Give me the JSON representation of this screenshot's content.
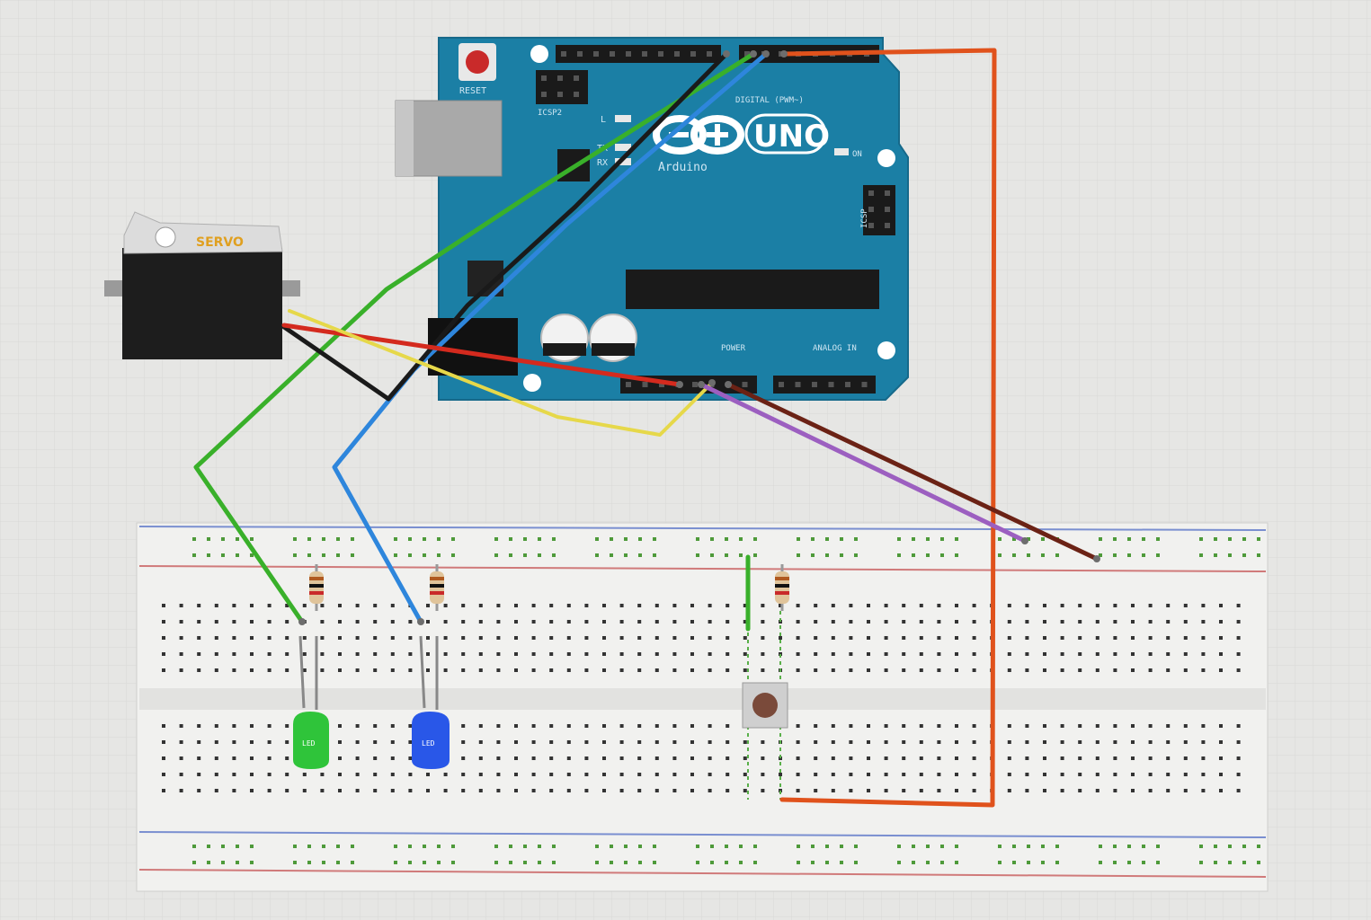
{
  "arduino": {
    "model_label": "UNO",
    "brand_label": "Arduino",
    "reset_label": "RESET",
    "icsp2_label": "ICSP2",
    "icsp_label": "ICSP",
    "tx_label": "TX",
    "rx_label": "RX",
    "l_label": "L",
    "on_label": "ON",
    "digital_label": "DIGITAL (PWM~)",
    "power_label": "POWER",
    "analog_label": "ANALOG IN",
    "board_color": "#1b7fa5"
  },
  "servo": {
    "label": "SERVO"
  },
  "leds": [
    {
      "label": "LED",
      "color": "#2fc43a"
    },
    {
      "label": "LED",
      "color": "#2957e8"
    }
  ],
  "breadboard": {
    "color": "#f1f1ef"
  },
  "wire_colors": {
    "green": "#39b02a",
    "blue": "#2e86dc",
    "black": "#1a1a1a",
    "red": "#d42a1e",
    "yellow": "#e6d84a",
    "orange": "#e0521c",
    "purple": "#9c5fc0",
    "brown": "#6b2215"
  }
}
